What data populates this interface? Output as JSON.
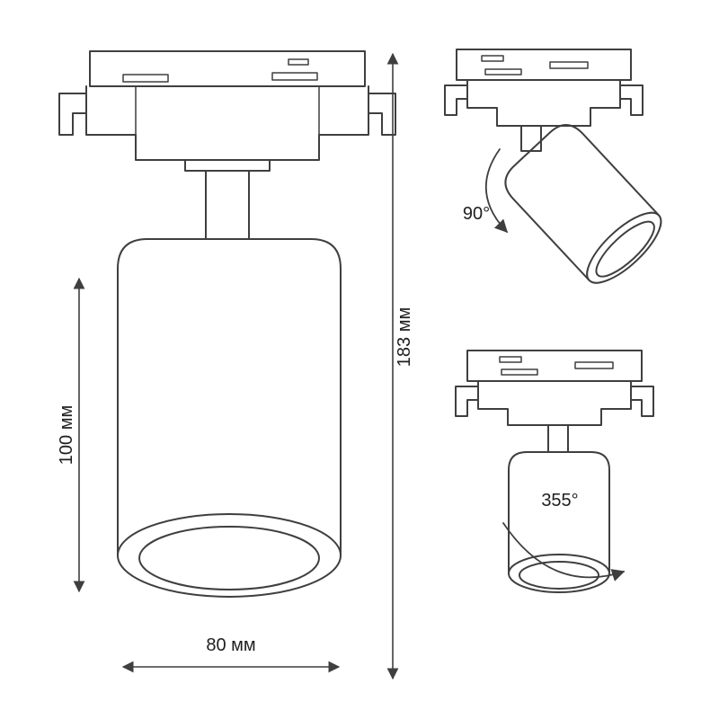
{
  "dimensions": {
    "body_height": "100 мм",
    "overall_height": "183 мм",
    "diameter": "80 мм"
  },
  "angles": {
    "tilt": "90°",
    "rotation": "355°"
  },
  "colors": {
    "line": "#3f3f3f",
    "text": "#1f1f1f",
    "background": "#ffffff"
  }
}
